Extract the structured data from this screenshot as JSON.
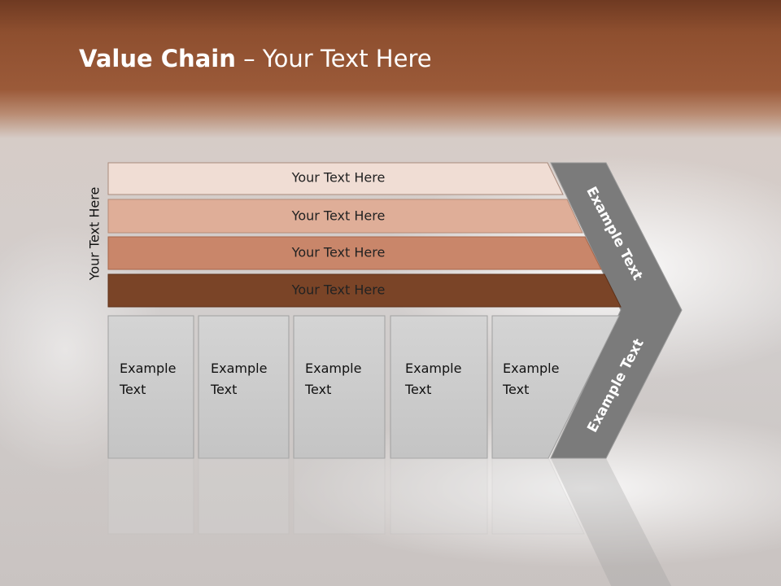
{
  "title": {
    "bold": "Value Chain",
    "rest": " – Your Text Here"
  },
  "side_label": "Your Text Here",
  "support_rows": [
    {
      "label": "Your Text Here",
      "color": "#f0ddd4"
    },
    {
      "label": "Your Text Here",
      "color": "#dfae98"
    },
    {
      "label": "Your Text Here",
      "color": "#c9866a"
    },
    {
      "label": "Your Text Here",
      "color": "#7a4427"
    }
  ],
  "primary_boxes": [
    {
      "line1": "Example",
      "line2": "Text"
    },
    {
      "line1": "Example",
      "line2": "Text"
    },
    {
      "line1": "Example",
      "line2": "Text"
    },
    {
      "line1": "Example",
      "line2": "Text"
    },
    {
      "line1": "Example",
      "line2": "Text"
    }
  ],
  "arrow_upper_label": "Example Text",
  "arrow_lower_label": "Example Text",
  "colors": {
    "box_fill": "#cdcdcd",
    "arrow_fill": "#7b7b7b",
    "box_stroke": "#a0a0a0"
  }
}
